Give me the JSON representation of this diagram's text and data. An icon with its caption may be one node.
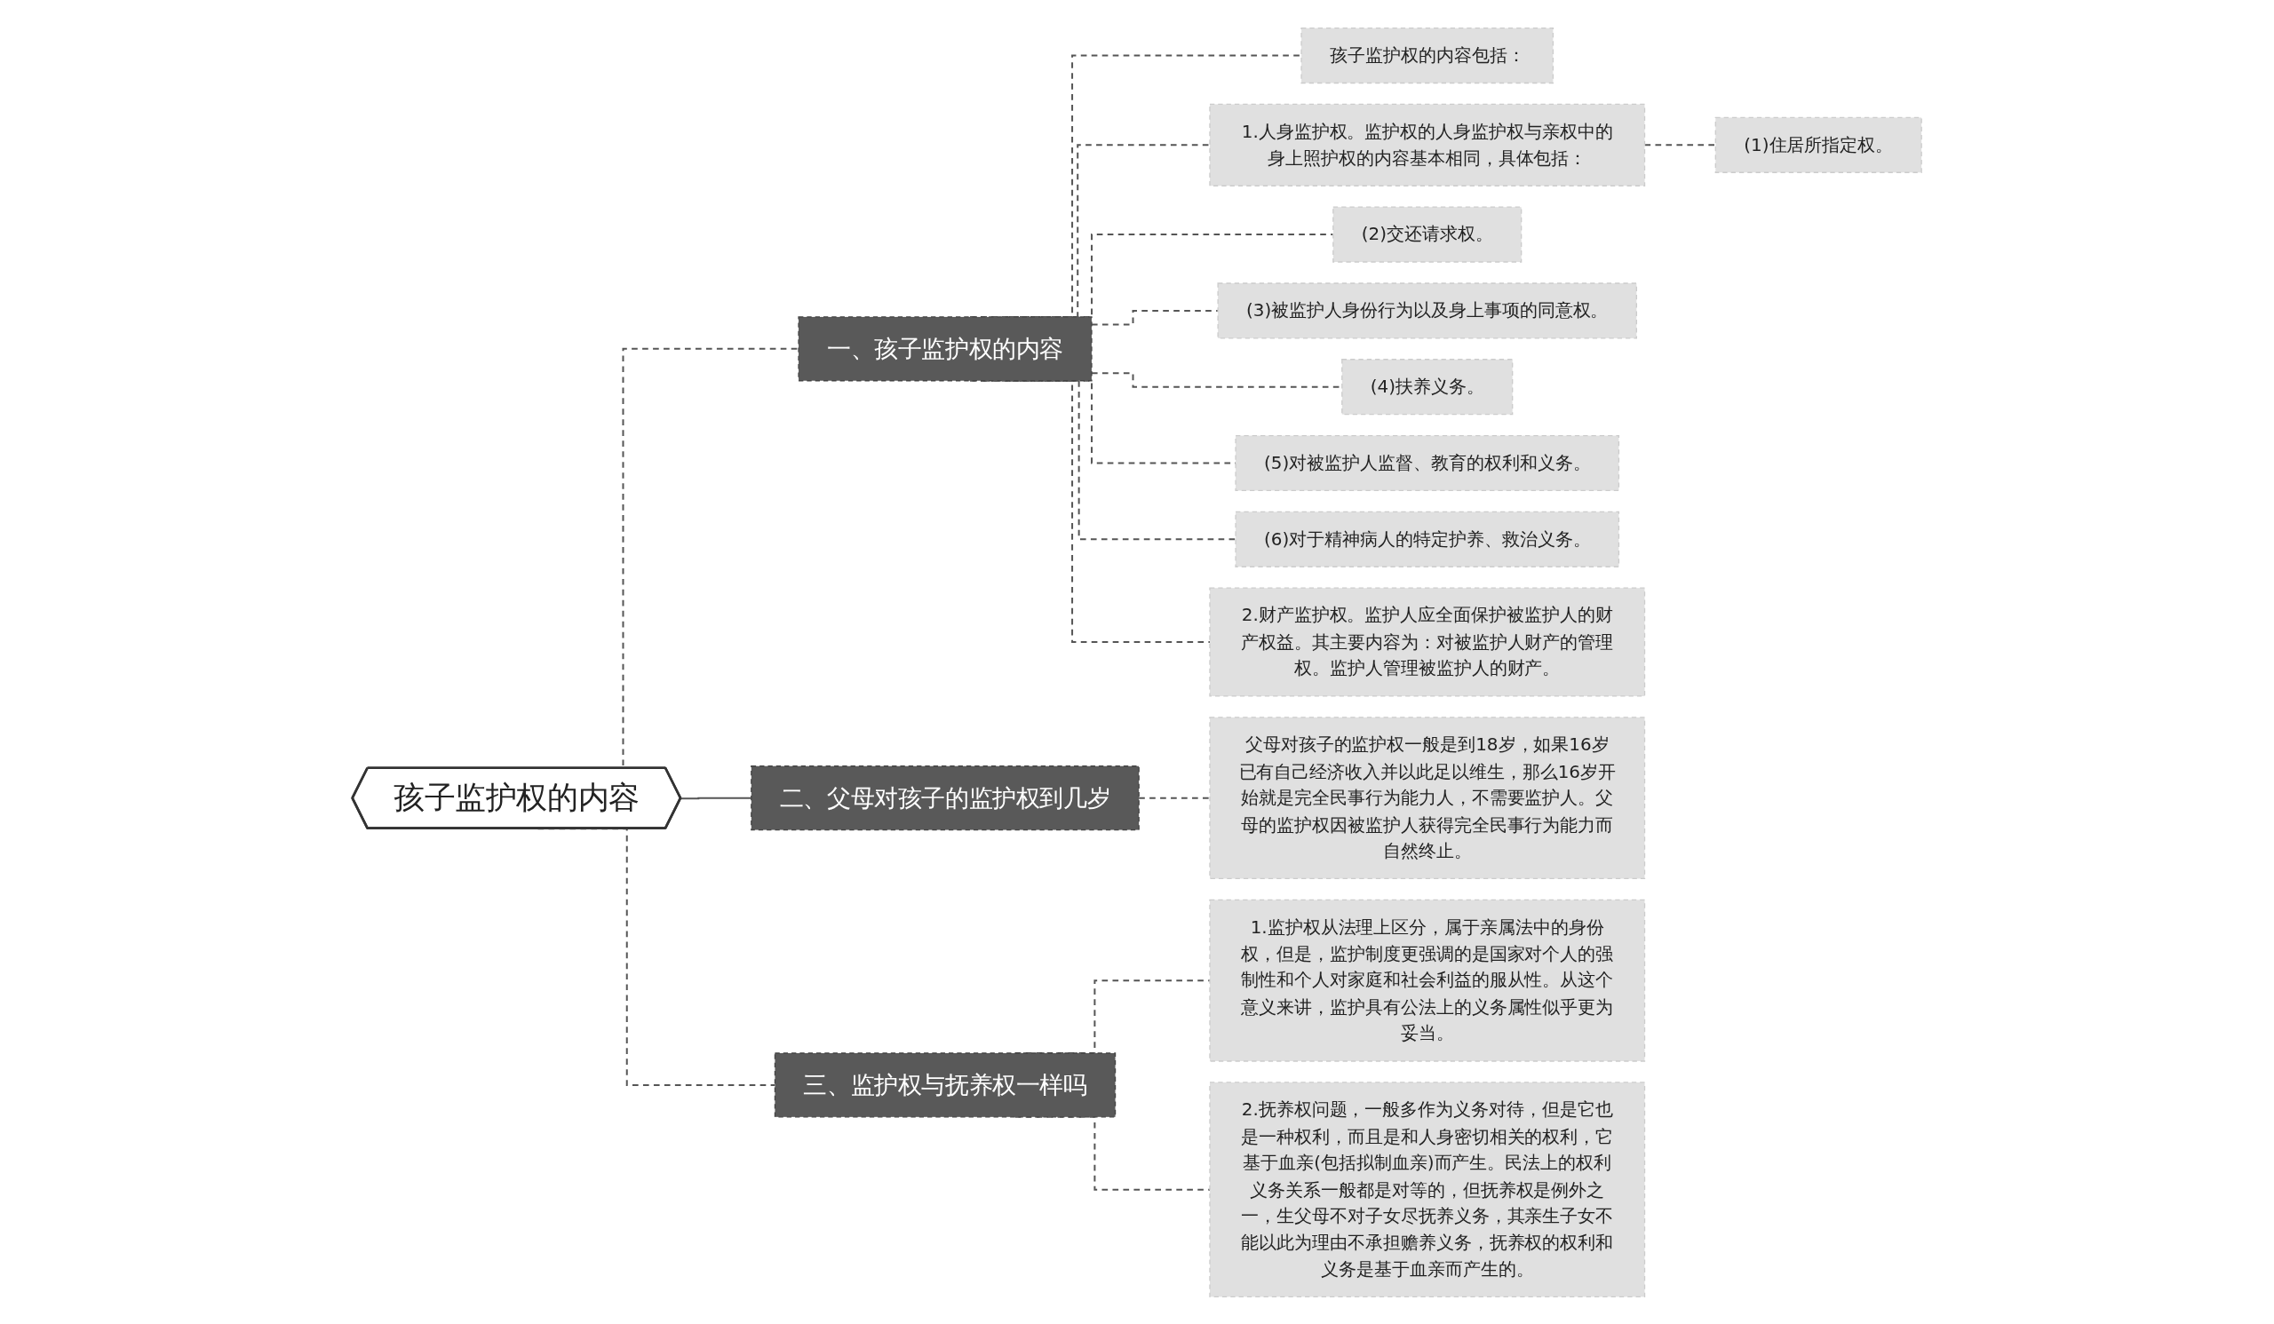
{
  "diagram": {
    "nodes": [
      {
        "text": [
          "孩子监护权的内容"
        ]
      },
      {
        "text": [
          "一、孩子监护权的内容"
        ]
      },
      {
        "text": [
          "孩子监护权的内容包括："
        ]
      },
      {
        "text": [
          "1.人身监护权。监护权的人身监护权与亲权中的身上照护权的内容基本相同，具体包括："
        ]
      },
      {
        "text": [
          "(1)住居所指定权。"
        ]
      },
      {
        "text": [
          "(2)交还请求权。"
        ]
      },
      {
        "text": [
          "(3)被监护人身份行为以及身上事项的同意权。"
        ]
      },
      {
        "text": [
          "(4)扶养义务。"
        ]
      },
      {
        "text": [
          "(5)对被监护人监督、教育的权利和义务。"
        ]
      },
      {
        "text": [
          "(6)对于精神病人的特定护养、救治义务。"
        ]
      },
      {
        "text": [
          "2.财产监护权。监护人应全面保护被监护人的财产权益。其主要内容为：对被监护人财产的管理权。监护人管理被监护人的财产。"
        ]
      },
      {
        "text": [
          "二、父母对孩子的监护权到几岁"
        ]
      },
      {
        "text": [
          "父母对孩子的监护权一般是到18岁，如果16岁已有自己经济收入并以此足以维生，那么16岁开始就是完全民事行为能力人，不需要监护人。父母的监护权因被监护人获得完全民事行为能力而自然终止。"
        ]
      },
      {
        "text": [
          "三、监护权与抚养权一样吗"
        ]
      },
      {
        "text": [
          "1.监护权从法理上区分，属于亲属法中的身份权，但是，监护制度更强调的是国家对个人的强制性和个人对家庭和社会利益的服从性。从这个意义来讲，监护具有公法上的义务属性似乎更为妥当。"
        ]
      },
      {
        "text": [
          "2.抚养权问题，一般多作为义务对待，但是它也是一种权利，而且是和人身密切相关的权利，它基于血亲(包括拟制血亲)而产生。民法上的权利义务关系一般都是对等的，但抚养权是例外之一，生父母不对子女尽抚养义务，其亲生子女不能以此为理由不承担赡养义务，抚养权的权利和义务是基于血亲而产生的。"
        ]
      }
    ],
    "edges": [
      {
        "from": 0,
        "to": 1,
        "arrow": "none",
        "style": "dashed"
      },
      {
        "from": 1,
        "to": 2,
        "arrow": "none",
        "style": "dashed"
      },
      {
        "from": 1,
        "to": 3,
        "arrow": "none",
        "style": "dashed"
      },
      {
        "from": 3,
        "to": 4,
        "arrow": "none",
        "style": "dashed"
      },
      {
        "from": 1,
        "to": 5,
        "arrow": "none",
        "style": "dashed"
      },
      {
        "from": 1,
        "to": 6,
        "arrow": "none",
        "style": "dashed"
      },
      {
        "from": 1,
        "to": 7,
        "arrow": "none",
        "style": "dashed"
      },
      {
        "from": 1,
        "to": 8,
        "arrow": "none",
        "style": "dashed"
      },
      {
        "from": 1,
        "to": 9,
        "arrow": "none",
        "style": "dashed"
      },
      {
        "from": 1,
        "to": 10,
        "arrow": "none",
        "style": "dashed"
      },
      {
        "from": 0,
        "to": 11,
        "arrow": "none"
      },
      {
        "from": 11,
        "to": 12,
        "arrow": "none",
        "style": "dashed"
      },
      {
        "from": 0,
        "to": 13,
        "arrow": "none",
        "style": "dashed"
      },
      {
        "from": 13,
        "to": 14,
        "arrow": "none",
        "style": "dashed"
      },
      {
        "from": 13,
        "to": 15,
        "arrow": "none",
        "style": "dashed"
      }
    ]
  }
}
